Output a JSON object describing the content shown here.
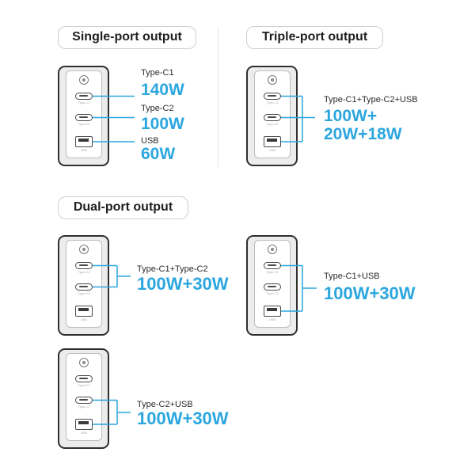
{
  "headings": {
    "single": "Single-port output",
    "triple": "Triple-port output",
    "dual": "Dual-port output"
  },
  "port_labels": {
    "c1": "Type-C1",
    "c2": "Type-C2",
    "usb": "USB"
  },
  "single": [
    {
      "port": "Type-C1",
      "power": "140W"
    },
    {
      "port": "Type-C2",
      "power": "100W"
    },
    {
      "port": "USB",
      "power": "60W"
    }
  ],
  "triple": {
    "ports": "Type-C1+Type-C2+USB",
    "power": [
      "100W+",
      "20W+18W"
    ]
  },
  "dual": [
    {
      "ports": "Type-C1+Type-C2",
      "power": "100W+30W"
    },
    {
      "ports": "Type-C1+USB",
      "power": "100W+30W"
    },
    {
      "ports": "Type-C2+USB",
      "power": "100W+30W"
    }
  ],
  "icons": {
    "logo": "charger-logo-icon",
    "type_c": "type-c-port-icon",
    "usb": "usb-port-icon"
  },
  "colors": {
    "accent": "#2ba6de",
    "text": "#2b2b2b",
    "pill_border": "#cfcfcf",
    "device_outline": "#2f2f2f"
  }
}
